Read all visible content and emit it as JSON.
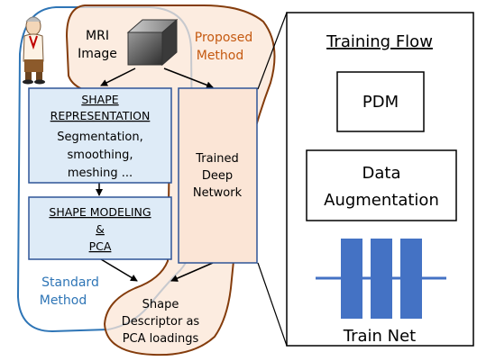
{
  "colors": {
    "standard_region": "#2e75b6",
    "proposed_region": "#c55a11",
    "box_fill_blue": "#deebf7",
    "box_fill_orange": "#fbe5d6",
    "train_net_bar": "#4472c4"
  },
  "mri": {
    "line1": "MRI",
    "line2": "Image"
  },
  "proposed_label": {
    "line1": "Proposed",
    "line2": "Method"
  },
  "standard_label": {
    "line1": "Standard",
    "line2": "Method"
  },
  "shape_representation": {
    "title1": "SHAPE",
    "title2": "REPRESENTATION",
    "line1": "Segmentation,",
    "line2": "smoothing,",
    "line3": "meshing ..."
  },
  "shape_modeling": {
    "line1": "SHAPE MODELING",
    "line2": "&",
    "line3": "PCA"
  },
  "deep_network": {
    "line1": "Trained",
    "line2": "Deep",
    "line3": "Network"
  },
  "descriptor": {
    "line1": "Shape",
    "line2": "Descriptor as",
    "line3": "PCA loadings"
  },
  "training_flow": {
    "title": "Training Flow",
    "pdm": "PDM",
    "augmentation1": "Data",
    "augmentation2": "Augmentation",
    "train_net": "Train Net"
  },
  "icons": {
    "person": "person-thinking-icon",
    "cube": "cube-icon"
  }
}
